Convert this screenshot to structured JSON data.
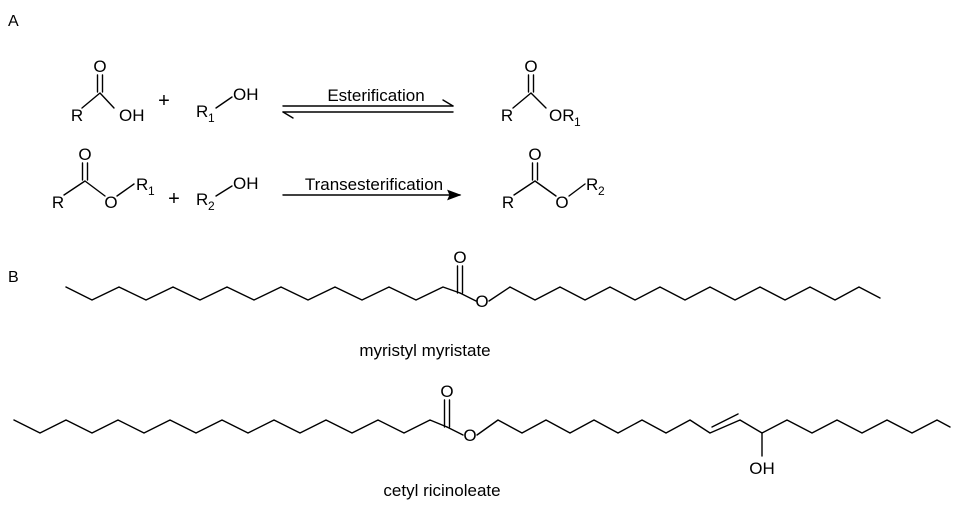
{
  "panels": {
    "a": "A",
    "b": "B"
  },
  "reaction1": {
    "acid": {
      "o": "O",
      "r": "R",
      "oh": "OH"
    },
    "plus": "+",
    "alcohol": {
      "r": "R",
      "r_sub": "1",
      "oh": "OH"
    },
    "arrow_label": "Esterification",
    "ester": {
      "o": "O",
      "r": "R",
      "or": "OR",
      "or_sub": "1"
    }
  },
  "reaction2": {
    "ester": {
      "o_top": "O",
      "r": "R",
      "o": "O",
      "r1": "R",
      "r1_sub": "1"
    },
    "plus": "+",
    "alcohol": {
      "r": "R",
      "r_sub": "2",
      "oh": "OH"
    },
    "arrow_label": "Transesterification",
    "product": {
      "o_top": "O",
      "r": "R",
      "o": "O",
      "r2": "R",
      "r2_sub": "2"
    }
  },
  "molecule1": {
    "o_top": "O",
    "o_ester": "O",
    "name": "myristyl myristate"
  },
  "molecule2": {
    "o_top": "O",
    "o_ester": "O",
    "oh": "OH",
    "name": "cetyl ricinoleate"
  }
}
